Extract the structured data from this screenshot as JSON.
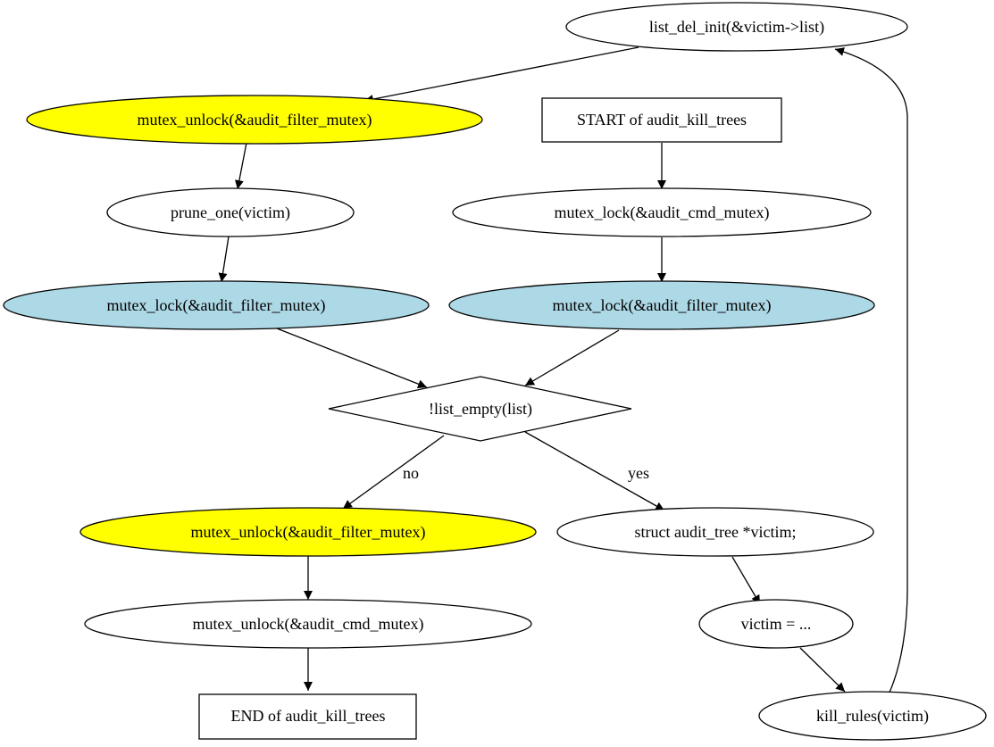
{
  "diagram": {
    "colors": {
      "yellow": "#ffff00",
      "lightblue": "#add8e6",
      "white": "#ffffff",
      "stroke": "#000000"
    },
    "nodes": {
      "list_del": "list_del_init(&victim->list)",
      "unlock_filter_top": "mutex_unlock(&audit_filter_mutex)",
      "start": "START of audit_kill_trees",
      "prune": "prune_one(victim)",
      "lock_cmd": "mutex_lock(&audit_cmd_mutex)",
      "lock_filter_left": "mutex_lock(&audit_filter_mutex)",
      "lock_filter_right": "mutex_lock(&audit_filter_mutex)",
      "decision": "!list_empty(list)",
      "unlock_filter_bottom": "mutex_unlock(&audit_filter_mutex)",
      "struct_victim": "struct audit_tree *victim;",
      "unlock_cmd": "mutex_unlock(&audit_cmd_mutex)",
      "victim_assign": "victim = ...",
      "end": "END of audit_kill_trees",
      "kill_rules": "kill_rules(victim)"
    },
    "edge_labels": {
      "no": "no",
      "yes": "yes"
    }
  }
}
